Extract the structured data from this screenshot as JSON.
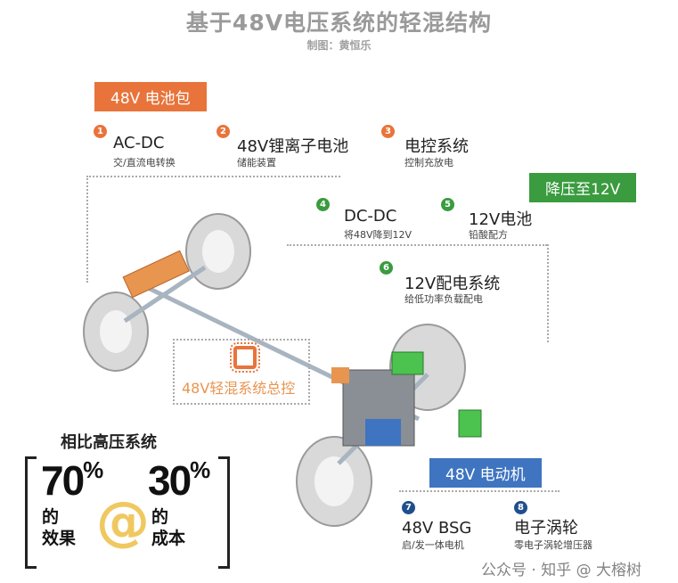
{
  "title": "基于48V电压系统的轻混结构",
  "subtitle": "制图：黄恒乐",
  "colors": {
    "orange": "#e8743b",
    "green": "#3a9b3f",
    "blue": "#3f74c0",
    "navy": "#1f4e8c"
  },
  "battery_pack": {
    "label": "48V 电池包",
    "items": [
      {
        "num": "1",
        "main": "AC-DC",
        "sub": "交/直流电转换"
      },
      {
        "num": "2",
        "main": "48V锂离子电池",
        "sub": "储能装置"
      },
      {
        "num": "3",
        "main": "电控系统",
        "sub": "控制充放电"
      }
    ]
  },
  "step_down": {
    "label": "降压至12V",
    "items": [
      {
        "num": "4",
        "main": "DC-DC",
        "sub": "将48V降到12V"
      },
      {
        "num": "5",
        "main": "12V电池",
        "sub": "铅酸配方"
      },
      {
        "num": "6",
        "main": "12V配电系统",
        "sub": "给低功率负载配电"
      }
    ]
  },
  "controller": {
    "label": "48V轻混系统总控",
    "icon": "chip-icon"
  },
  "motor": {
    "label": "48V 电动机",
    "items": [
      {
        "num": "7",
        "main": "48V BSG",
        "sub": "启/发一体电机"
      },
      {
        "num": "8",
        "main": "电子涡轮",
        "sub": "零电子涡轮增压器"
      }
    ]
  },
  "comparison": {
    "heading": "相比高压系统",
    "left_value": "70",
    "left_unit": "%",
    "left_of": "的",
    "left_label": "效果",
    "at": "@",
    "right_value": "30",
    "right_unit": "%",
    "right_of": "的",
    "right_label": "成本"
  },
  "watermark": "公众号 · 知乎 @ 大榕树"
}
